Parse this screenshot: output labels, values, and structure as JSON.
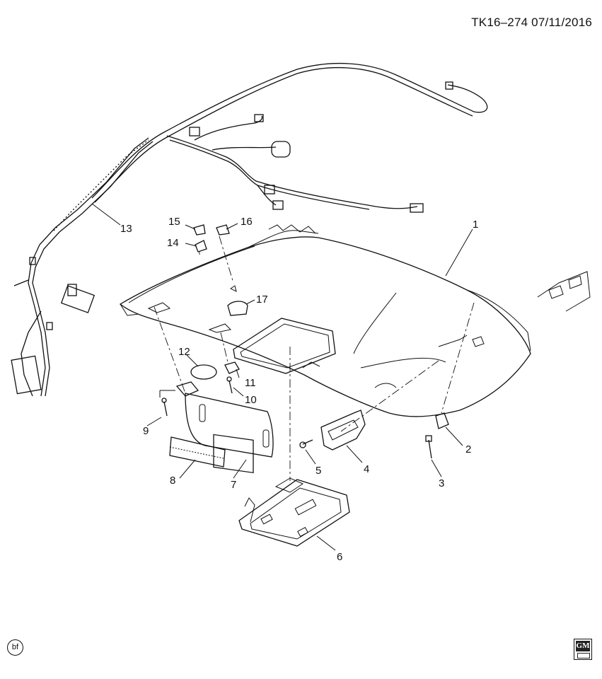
{
  "header": {
    "drawing_ref": "TK16–274  07/11/2016"
  },
  "footer": {
    "illustrator_mark": "bf",
    "gm_logo_text": "GM"
  },
  "callouts": [
    {
      "id": "callout-1",
      "label": "1"
    },
    {
      "id": "callout-2",
      "label": "2"
    },
    {
      "id": "callout-3",
      "label": "3"
    },
    {
      "id": "callout-4",
      "label": "4"
    },
    {
      "id": "callout-5",
      "label": "5"
    },
    {
      "id": "callout-6",
      "label": "6"
    },
    {
      "id": "callout-7",
      "label": "7"
    },
    {
      "id": "callout-8",
      "label": "8"
    },
    {
      "id": "callout-9",
      "label": "9"
    },
    {
      "id": "callout-10",
      "label": "10"
    },
    {
      "id": "callout-11",
      "label": "11"
    },
    {
      "id": "callout-12",
      "label": "12"
    },
    {
      "id": "callout-13",
      "label": "13"
    },
    {
      "id": "callout-14",
      "label": "14"
    },
    {
      "id": "callout-15",
      "label": "15"
    },
    {
      "id": "callout-16",
      "label": "16"
    },
    {
      "id": "callout-17",
      "label": "17"
    }
  ]
}
